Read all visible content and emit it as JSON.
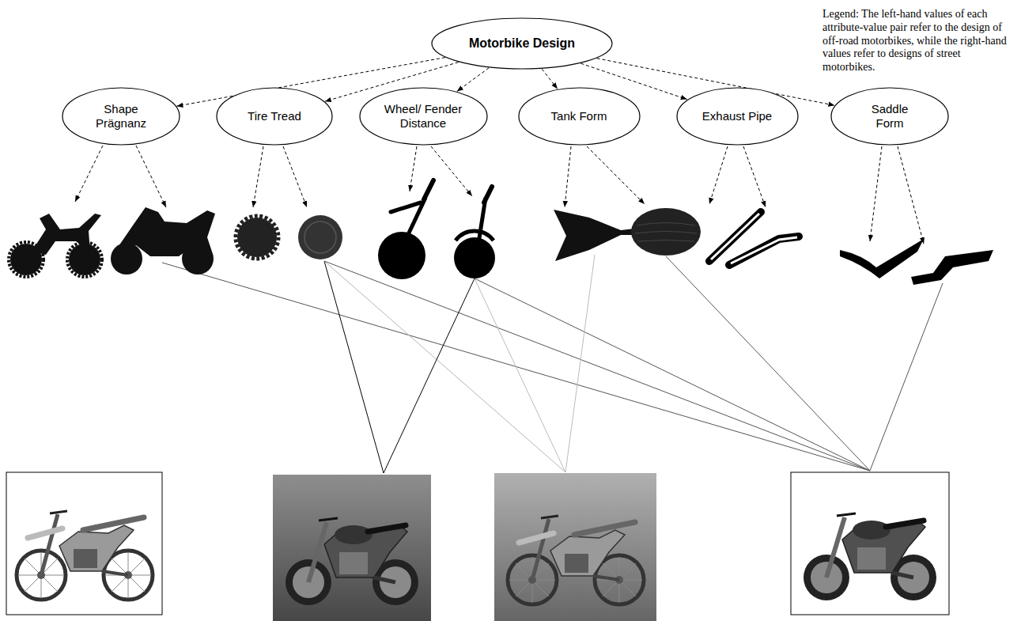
{
  "diagram": {
    "nodes": [
      {
        "text": [
          "Motorbike Design"
        ]
      },
      {
        "text": [
          "Shape Prägnanz"
        ]
      },
      {
        "text": [
          "Tire Tread"
        ]
      },
      {
        "text": [
          "Wheel/ Fender Distance"
        ]
      },
      {
        "text": [
          "Tank Form"
        ]
      },
      {
        "text": [
          "Exhaust Pipe"
        ]
      },
      {
        "text": [
          "Saddle Form"
        ]
      }
    ],
    "edges": [
      {
        "from": 0,
        "to": 1,
        "arrow": "to"
      },
      {
        "from": 0,
        "to": 2,
        "arrow": "to"
      },
      {
        "from": 0,
        "to": 3,
        "arrow": "to"
      },
      {
        "from": 0,
        "to": 4,
        "arrow": "to"
      },
      {
        "from": 0,
        "to": 5,
        "arrow": "to"
      },
      {
        "from": 0,
        "to": 6,
        "arrow": "to"
      }
    ],
    "labels": [
      "Legend: The left-hand values of each attribute-value pair refer to the design of off-road motorbikes, while the right-hand values refer to designs of street motorbikes."
    ]
  }
}
